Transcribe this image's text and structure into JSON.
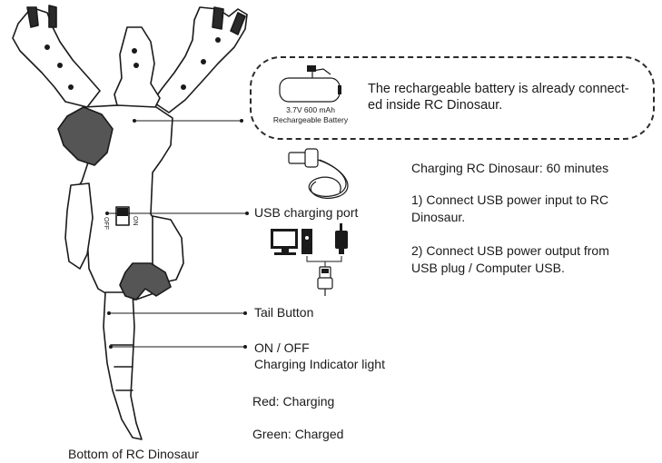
{
  "battery": {
    "spec_line1": "3.7V 600 mAh",
    "spec_line2": "Rechargeable Battery",
    "note_line1": "The rechargeable battery is already connect-",
    "note_line2": "ed inside RC Dinosaur."
  },
  "labels": {
    "usb_port": "USB charging port",
    "tail_button": "Tail Button",
    "on_off": "ON / OFF",
    "indicator": "Charging Indicator light",
    "red": "Red: Charging",
    "green": "Green: Charged",
    "bottom": "Bottom of RC Dinosaur",
    "switch_off": "OFF",
    "switch_on": "ON"
  },
  "instructions": {
    "title": "Charging RC Dinosaur: 60 minutes",
    "step1_line1": "1) Connect USB power input to RC",
    "step1_line2": "Dinosaur.",
    "step2_line1": "2) Connect USB power output from",
    "step2_line2": "USB plug / Computer USB."
  },
  "colors": {
    "ink": "#1a1a1a",
    "body_fill": "#ffffff",
    "foot_fill": "#555555"
  }
}
